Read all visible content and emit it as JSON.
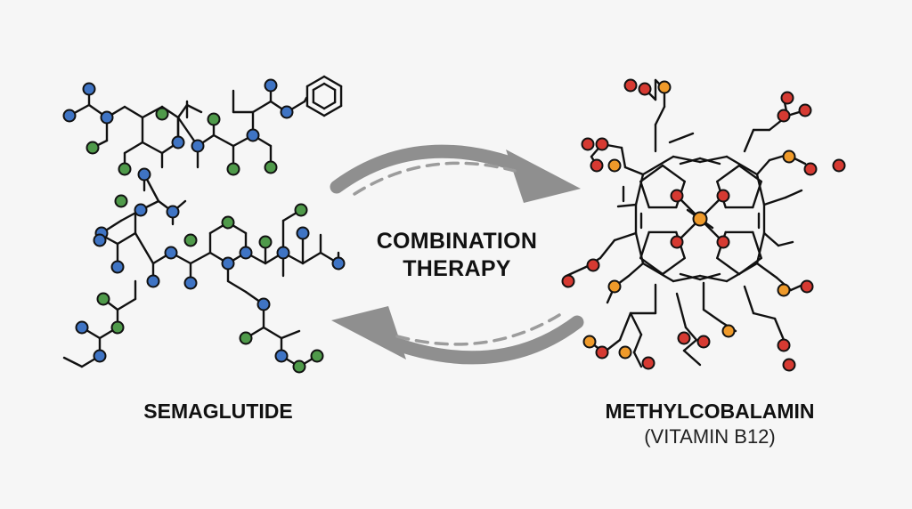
{
  "center": {
    "line1": "COMBINATION",
    "line2": "THERAPY"
  },
  "left_molecule": {
    "name": "SEMAGLUTIDE"
  },
  "right_molecule": {
    "name": "METHYLCOBALAMIN",
    "subtitle": "(VITAMIN B12)"
  },
  "colors": {
    "background": "#f6f6f6",
    "arrow": "#8f8f8f",
    "arrow_dash": "#9c9c9c",
    "bond": "#111111",
    "atom_blue": "#3f74c4",
    "atom_green": "#4f9a4a",
    "atom_red": "#d63a32",
    "atom_orange": "#ef9a2a"
  },
  "icons": {
    "top_arrow": "curved-arrow-right-icon",
    "bottom_arrow": "curved-arrow-left-icon",
    "left_structure": "semaglutide-structure-icon",
    "right_structure": "methylcobalamin-structure-icon"
  }
}
